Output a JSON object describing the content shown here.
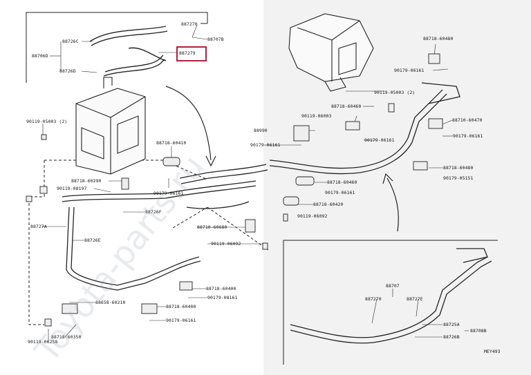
{
  "watermark": "Toyota-parts.ru",
  "highlighted_part": "887279",
  "figure_id": "MEY493",
  "labels": {
    "p887270_top": "887270",
    "p88707b_top": "88707B",
    "p88726c_top": "88726C",
    "p88706d": "88706D",
    "p887279": "887279",
    "p88726d": "88726D",
    "p90119_05003_l": "90119-05003 (2)",
    "p88718_60410": "88718-60410",
    "p88718_60290": "88718-60290",
    "p90119_08197": "90119-08197",
    "p90179_06161_a": "90179-06161",
    "p88726f": "88726F",
    "p88727a": "88727A",
    "p88726e": "88726E",
    "p88710_60680": "88710-60680",
    "p90119_06092_a": "90119-06092",
    "p88718_60400": "88718-60400",
    "p90179_08161": "90179-08161",
    "p88658_60210": "88658-60210",
    "p88718_60400b": "88718-60400",
    "p90179_06161_b": "90179-06161",
    "p88718_60350": "88718-60350",
    "p90119_06258": "90119-06258",
    "p88718_60480_r": "88718-60480",
    "p90179_06161_c": "90179-06161",
    "p90119_05003_r": "90119-05003 (2)",
    "p88718_60460": "88718-60460",
    "p90119_06003": "90119-06003",
    "p88990": "88990",
    "p90179_06161_d": "90179-06161",
    "p90179_06161_e": "90179-06161",
    "p88710_60470": "88710-60470",
    "p90179_06161_f": "90179-06161",
    "p88718_60480": "88718-60480",
    "p90179_05151": "90179-05151",
    "p88718_60460b": "88718-60460",
    "p90179_06161_g": "90179-06161",
    "p88718_60420": "88718-60420",
    "p90119_06092_b": "90119-06092",
    "p88707": "88707",
    "p887270_bot": "887270",
    "p88727e": "88727E",
    "p88725a": "88725A",
    "p88708b": "88708B",
    "p88726b": "88726B"
  }
}
